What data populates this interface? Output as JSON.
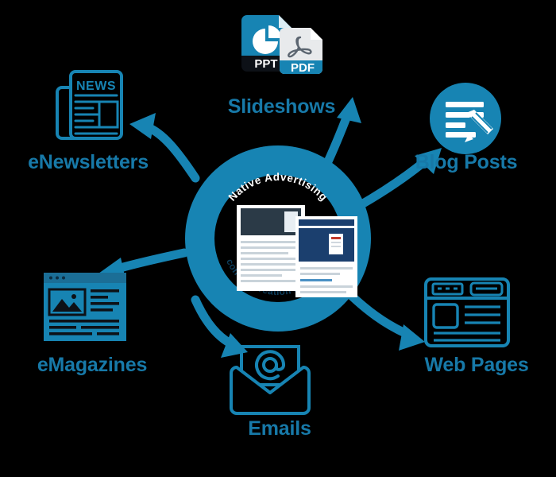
{
  "diagram": {
    "title_center_top": "Native Advertising",
    "title_center_bottom": "content creation & delivery",
    "accent_color": "#1784b3",
    "label_color": "#1779a8",
    "dark_color": "#0d1117",
    "background": "#000000"
  },
  "center": {
    "name": "central-hub",
    "ring_color": "#1784b3",
    "inner_disc_color": "#000000",
    "curved_text_top": "Native Advertising",
    "curved_text_bottom": "content creation & delivery",
    "thumbnails": [
      {
        "name": "article-thumbnail-back",
        "header_color": "#2b3a47"
      },
      {
        "name": "article-thumbnail-front",
        "header_color": "#1b3f6e"
      }
    ]
  },
  "nodes": [
    {
      "id": "slideshows",
      "label": "Slideshows",
      "icon": "ppt-pdf-files-icon",
      "badges": [
        "PPT",
        "PDF"
      ],
      "position": "top"
    },
    {
      "id": "blog-posts",
      "label": "Blog Posts",
      "icon": "pencil-document-circle-icon",
      "position": "top-right"
    },
    {
      "id": "web-pages",
      "label": "Web Pages",
      "icon": "browser-window-icon",
      "position": "bottom-right"
    },
    {
      "id": "emails",
      "label": "Emails",
      "icon": "envelope-at-icon",
      "position": "bottom"
    },
    {
      "id": "emagazines",
      "label": "eMagazines",
      "icon": "web-article-page-icon",
      "position": "bottom-left"
    },
    {
      "id": "enewsletters",
      "label": "eNewsletters",
      "icon": "newspaper-icon",
      "badges": [
        "NEWS"
      ],
      "position": "top-left"
    }
  ],
  "arrows": [
    {
      "name": "arrow-to-enewsletters",
      "from": "central-hub",
      "to": "enewsletters"
    },
    {
      "name": "arrow-to-slideshows",
      "from": "central-hub",
      "to": "slideshows"
    },
    {
      "name": "arrow-to-blog-posts",
      "from": "central-hub",
      "to": "blog-posts"
    },
    {
      "name": "arrow-to-web-pages",
      "from": "central-hub",
      "to": "web-pages"
    },
    {
      "name": "arrow-to-emails",
      "from": "central-hub",
      "to": "emails"
    },
    {
      "name": "arrow-to-emagazines",
      "from": "central-hub",
      "to": "emagazines"
    }
  ]
}
